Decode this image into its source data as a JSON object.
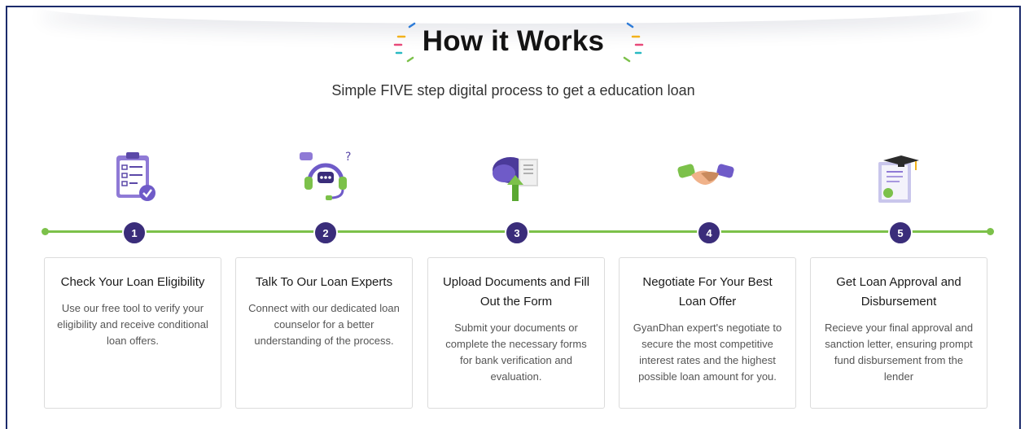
{
  "section": {
    "title": "How it Works",
    "subtitle": "Simple FIVE step digital process to get a education loan"
  },
  "colors": {
    "accent_green": "#7cc14a",
    "step_badge": "#3a2d7a",
    "frame_border": "#1c2b6b"
  },
  "steps": [
    {
      "number": "1",
      "icon": "checklist-icon",
      "title": "Check Your Loan Eligibility",
      "description": "Use our free tool to verify your eligibility and receive conditional loan offers."
    },
    {
      "number": "2",
      "icon": "headset-icon",
      "title": "Talk To Our Loan Experts",
      "description": "Connect with our dedicated loan counselor for a better understanding of the process."
    },
    {
      "number": "3",
      "icon": "cloud-upload-icon",
      "title": "Upload Documents and Fill Out the Form",
      "description": "Submit your documents or complete the necessary forms for bank verification and evaluation."
    },
    {
      "number": "4",
      "icon": "handshake-icon",
      "title": "Negotiate For Your Best Loan Offer",
      "description": "GyanDhan expert's negotiate to secure the most competitive interest rates and the highest possible loan amount for you."
    },
    {
      "number": "5",
      "icon": "certificate-icon",
      "title": "Get Loan Approval and Disbursement",
      "description": "Recieve your final approval and sanction letter, ensuring prompt fund disbursement from the lender"
    }
  ]
}
